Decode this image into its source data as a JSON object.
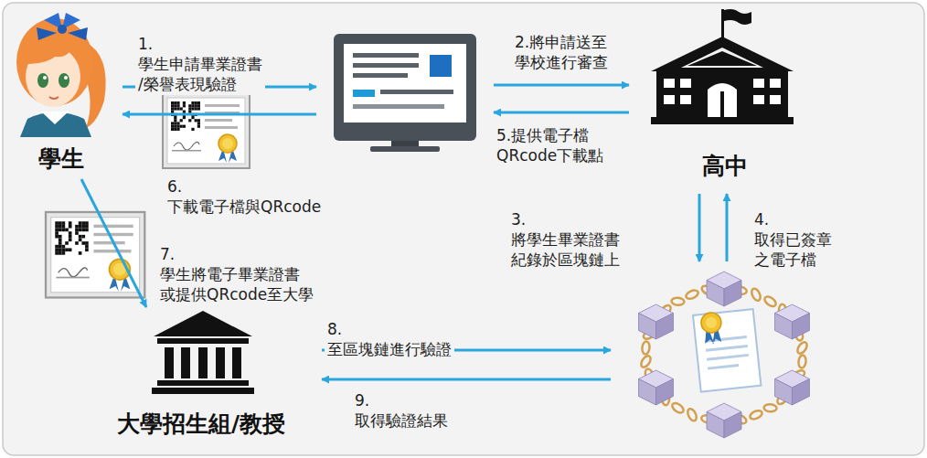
{
  "diagram": {
    "nodes": [
      {
        "text": [
          "學生"
        ]
      },
      {
        "text": []
      },
      {
        "text": [
          "高中"
        ]
      },
      {
        "text": []
      },
      {
        "text": [
          "大學招生組/教授"
        ]
      }
    ],
    "edges": [
      {
        "from": 0,
        "to": 1,
        "arrow": "to",
        "label": "1.學生申請畢業證書 /榮譽表現驗證"
      },
      {
        "from": 1,
        "to": 2,
        "arrow": "to",
        "label": "2.將申請送至 學校進行審查"
      },
      {
        "from": 2,
        "to": 1,
        "arrow": "to",
        "label": "5.提供電子檔 QRcode下載點"
      },
      {
        "from": 1,
        "to": 0,
        "arrow": "to",
        "label": "6.下載電子檔與QRcode"
      },
      {
        "from": 2,
        "to": 3,
        "arrow": "to",
        "label": "3.將學生畢業證書 紀錄於區塊鏈上"
      },
      {
        "from": 3,
        "to": 2,
        "arrow": "to",
        "label": "4.取得已簽章 之電子檔"
      },
      {
        "from": 0,
        "to": 4,
        "arrow": "to",
        "label": "7.學生將電子畢業證書 或提供QRcode至大學"
      },
      {
        "from": 4,
        "to": 3,
        "arrow": "to",
        "label": "8.至區塊鏈進行驗證"
      },
      {
        "from": 3,
        "to": 4,
        "arrow": "to",
        "label": "9.取得驗證結果"
      }
    ]
  }
}
